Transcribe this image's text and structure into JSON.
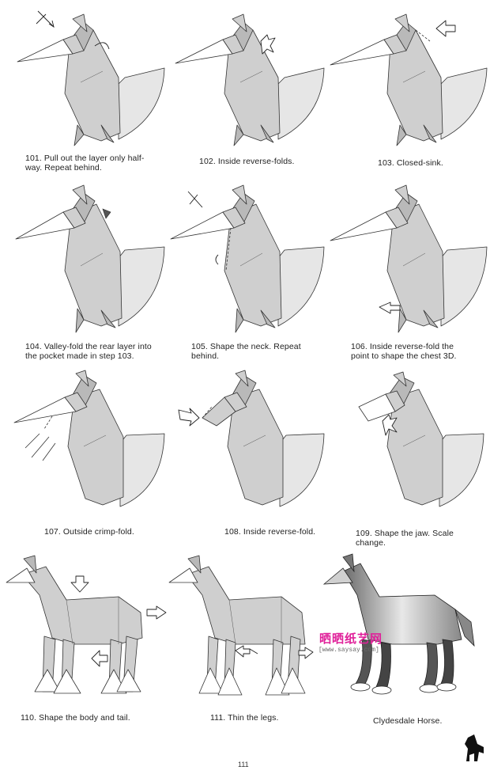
{
  "steps": [
    {
      "number": "101.",
      "caption": "Pull out the layer only half-\nway. Repeat behind."
    },
    {
      "number": "102.",
      "caption": "Inside reverse-folds."
    },
    {
      "number": "103.",
      "caption": "Closed-sink."
    },
    {
      "number": "104.",
      "caption": "Valley-fold the rear layer into\nthe pocket made in step 103."
    },
    {
      "number": "105.",
      "caption": "Shape the neck. Repeat\nbehind."
    },
    {
      "number": "106.",
      "caption": "Inside reverse-fold the\npoint to shape the chest 3D."
    },
    {
      "number": "107.",
      "caption": "Outside crimp-fold."
    },
    {
      "number": "108.",
      "caption": "Inside reverse-fold."
    },
    {
      "number": "109.",
      "caption": "Shape the jaw. Scale\nchange."
    },
    {
      "number": "110.",
      "caption": "Shape the body and tail."
    },
    {
      "number": "111.",
      "caption": "Thin the legs."
    },
    {
      "number": "",
      "caption": "Clydesdale Horse."
    }
  ],
  "watermark": {
    "text": "晒晒纸艺网",
    "url": "[www.saysay.com]"
  },
  "page_number": "111",
  "colors": {
    "paper": "#cfcfcf",
    "watermark": "#e0219a"
  },
  "icons": [
    "horse-silhouette-icon"
  ]
}
